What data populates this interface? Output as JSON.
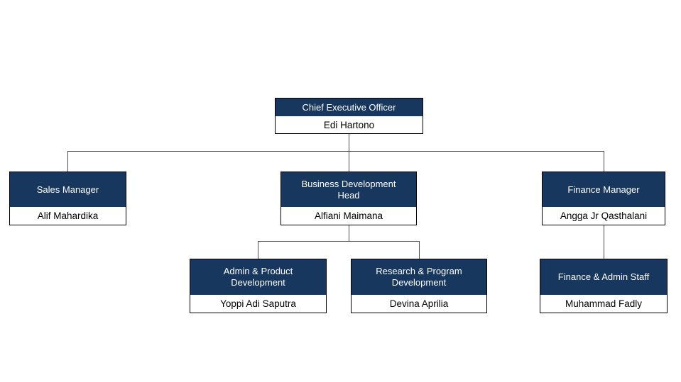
{
  "colors": {
    "header_bg": "#17375E",
    "header_text": "#FFFFFF",
    "body_text": "#000000",
    "box_border": "#000000",
    "line_color": "#4d4d4d"
  },
  "chart_title": "",
  "nodes": [
    {
      "role": "Chief Executive Officer",
      "person": "Edi Hartono"
    },
    {
      "role": "Sales Manager",
      "person": "Alif Mahardika"
    },
    {
      "role": "Business Development Head",
      "person": "Alfiani Maimana"
    },
    {
      "role": "Finance Manager",
      "person": "Angga Jr Qasthalani"
    },
    {
      "role": "Admin & Product Development",
      "person": "Yoppi Adi Saputra"
    },
    {
      "role": "Research & Program Development",
      "person": "Devina Aprilia"
    },
    {
      "role": "Finance & Admin Staff",
      "person": "Muhammad Fadly"
    }
  ],
  "edges": [
    {
      "from": "Chief Executive Officer",
      "to": "Sales Manager"
    },
    {
      "from": "Chief Executive Officer",
      "to": "Business Development Head"
    },
    {
      "from": "Chief Executive Officer",
      "to": "Finance Manager"
    },
    {
      "from": "Business Development Head",
      "to": "Admin & Product Development"
    },
    {
      "from": "Business Development Head",
      "to": "Research & Program Development"
    },
    {
      "from": "Finance Manager",
      "to": "Finance & Admin Staff"
    }
  ]
}
